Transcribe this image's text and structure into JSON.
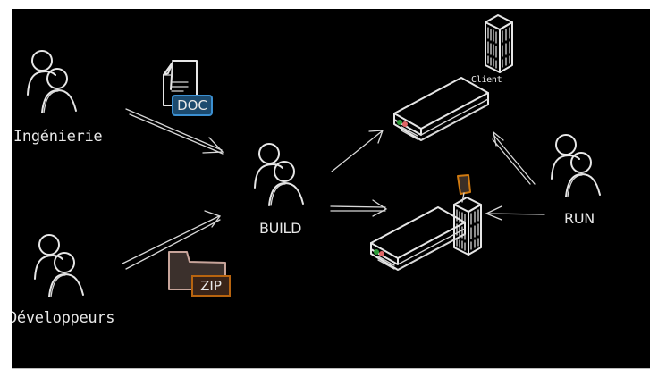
{
  "diagram": {
    "actors": {
      "engineering": "Ingénierie",
      "developers": "Développeurs",
      "build": "BUILD",
      "run": "RUN"
    },
    "artifacts": {
      "doc": "DOC",
      "zip": "ZIP"
    },
    "nodes": {
      "client": "Client"
    },
    "colors": {
      "background": "#000000",
      "stroke": "#e6e6e6",
      "doc_badge_fill": "#1c4a6e",
      "doc_badge_border": "#3b8fd1",
      "zip_badge_fill": "#3a2418",
      "zip_badge_border": "#b8640f",
      "led_green": "#2e9e3a",
      "led_red": "#e06666"
    }
  }
}
